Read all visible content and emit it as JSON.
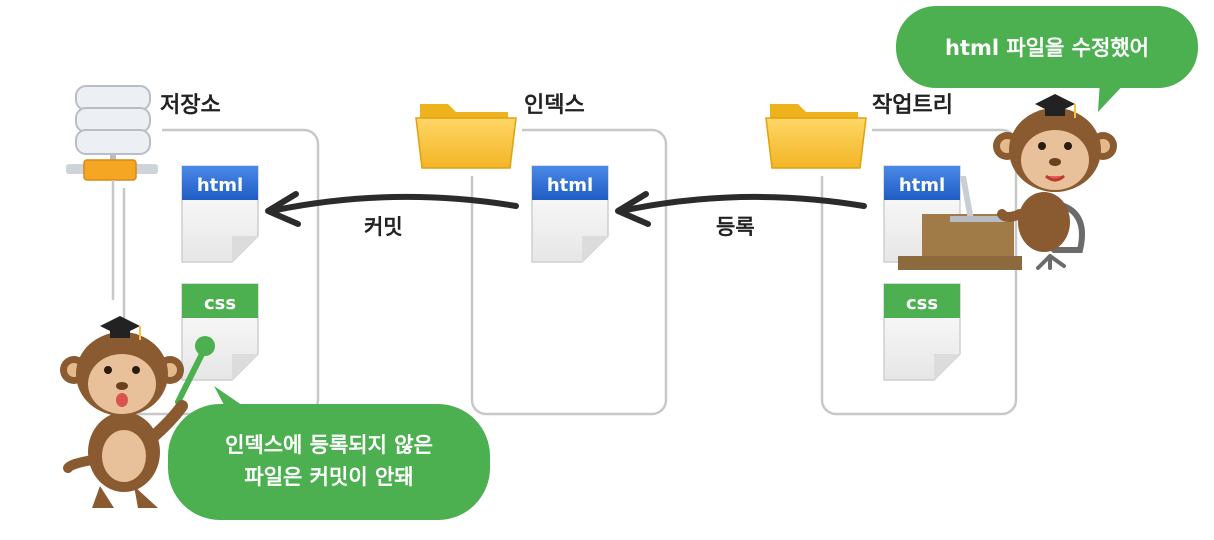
{
  "areas": {
    "repository": {
      "label": "저장소"
    },
    "index": {
      "label": "인덱스"
    },
    "worktree": {
      "label": "작업트리"
    }
  },
  "arrows": {
    "commit": "커밋",
    "register": "등록"
  },
  "files": {
    "html": "html",
    "css": "css"
  },
  "bubbles": {
    "top": "html 파일을 수정했어",
    "bottom_line1": "인덱스에 등록되지 않은",
    "bottom_line2": "파일은 커밋이 안돼"
  },
  "colors": {
    "html_tag": "#2e6fd6",
    "css_tag": "#4caf50",
    "bubble": "#4caf50",
    "folder": "#f5c23a",
    "panel_border": "#c8c8c8"
  }
}
